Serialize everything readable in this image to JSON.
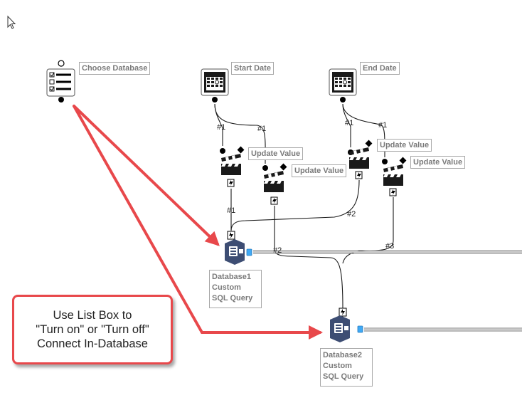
{
  "nodes": {
    "list_box": {
      "label": "Choose Database"
    },
    "start_date": {
      "label": "Start Date"
    },
    "end_date": {
      "label": "End Date"
    },
    "update_value_1": {
      "label": "Update Value"
    },
    "update_value_2": {
      "label": "Update Value"
    },
    "update_value_3": {
      "label": "Update Value"
    },
    "update_value_4": {
      "label": "Update Value"
    },
    "database1": {
      "label": "Database1 Custom SQL Query"
    },
    "database2": {
      "label": "Database2 Custom SQL Query"
    }
  },
  "connections": {
    "c1": "#1",
    "c2": "#1",
    "c3": "#1",
    "c4": "#1",
    "c5": "#1",
    "c6": "#2",
    "c7": "#2",
    "c8": "#3"
  },
  "callout": {
    "line1": "Use List Box to",
    "line2": "\"Turn on\" or \"Turn off\"",
    "line3": "Connect In-Database"
  },
  "colors": {
    "arrow": "#e8484b",
    "db_icon": "#3d4d73",
    "anchor": "#3fa9f5",
    "label_text": "#7a7a7a"
  }
}
